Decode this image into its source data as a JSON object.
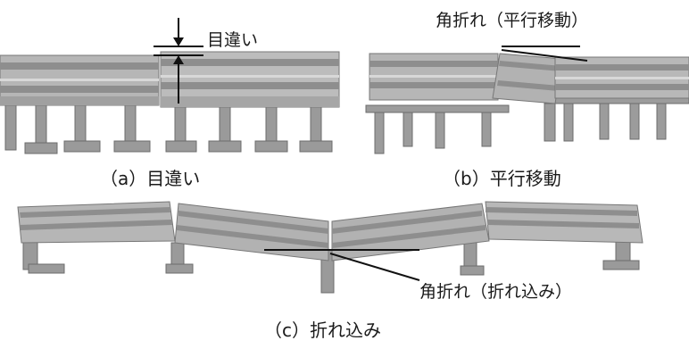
{
  "panels": {
    "a": {
      "caption": "（a）目違い",
      "annotation": "目違い"
    },
    "b": {
      "caption": "（b）平行移動",
      "annotation": "角折れ（平行移動）"
    },
    "c": {
      "caption": "（c）折れ込み",
      "annotation": "角折れ（折れ込み）"
    }
  },
  "colors": {
    "deck_top": "#b4b4b4",
    "deck_face": "#8c8c8c",
    "rail_dark": "#6e6e6e",
    "pier": "#9a9a9a",
    "pier_dark": "#7a7a7a",
    "ink": "#111111"
  }
}
